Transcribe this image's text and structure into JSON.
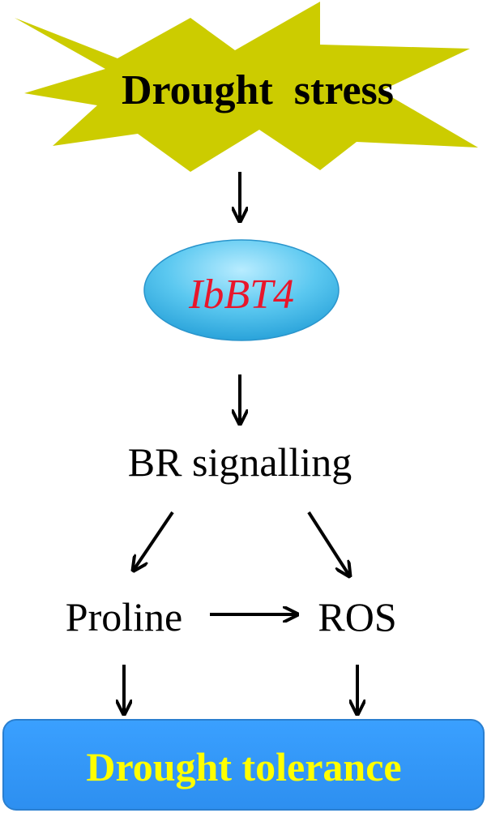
{
  "nodes": {
    "stress": {
      "label": "Drought  stress",
      "fill": "#cccc00",
      "text_color": "#000000"
    },
    "gene": {
      "label": "IbBT4",
      "fill": "#5bc8f0",
      "text_color": "#e8162b"
    },
    "signalling": {
      "label": "BR signalling",
      "text_color": "#000000"
    },
    "proline": {
      "label": "Proline",
      "text_color": "#000000"
    },
    "ros": {
      "label": "ROS",
      "text_color": "#000000"
    },
    "tolerance": {
      "label": "Drought tolerance",
      "fill": "#3399ff",
      "text_color": "#ffff00"
    }
  },
  "edges": [
    {
      "from": "stress",
      "to": "gene"
    },
    {
      "from": "gene",
      "to": "signalling"
    },
    {
      "from": "signalling",
      "to": "proline"
    },
    {
      "from": "signalling",
      "to": "ros"
    },
    {
      "from": "proline",
      "to": "ros"
    },
    {
      "from": "proline",
      "to": "tolerance"
    },
    {
      "from": "ros",
      "to": "tolerance"
    }
  ],
  "colors": {
    "arrow": "#000000"
  }
}
